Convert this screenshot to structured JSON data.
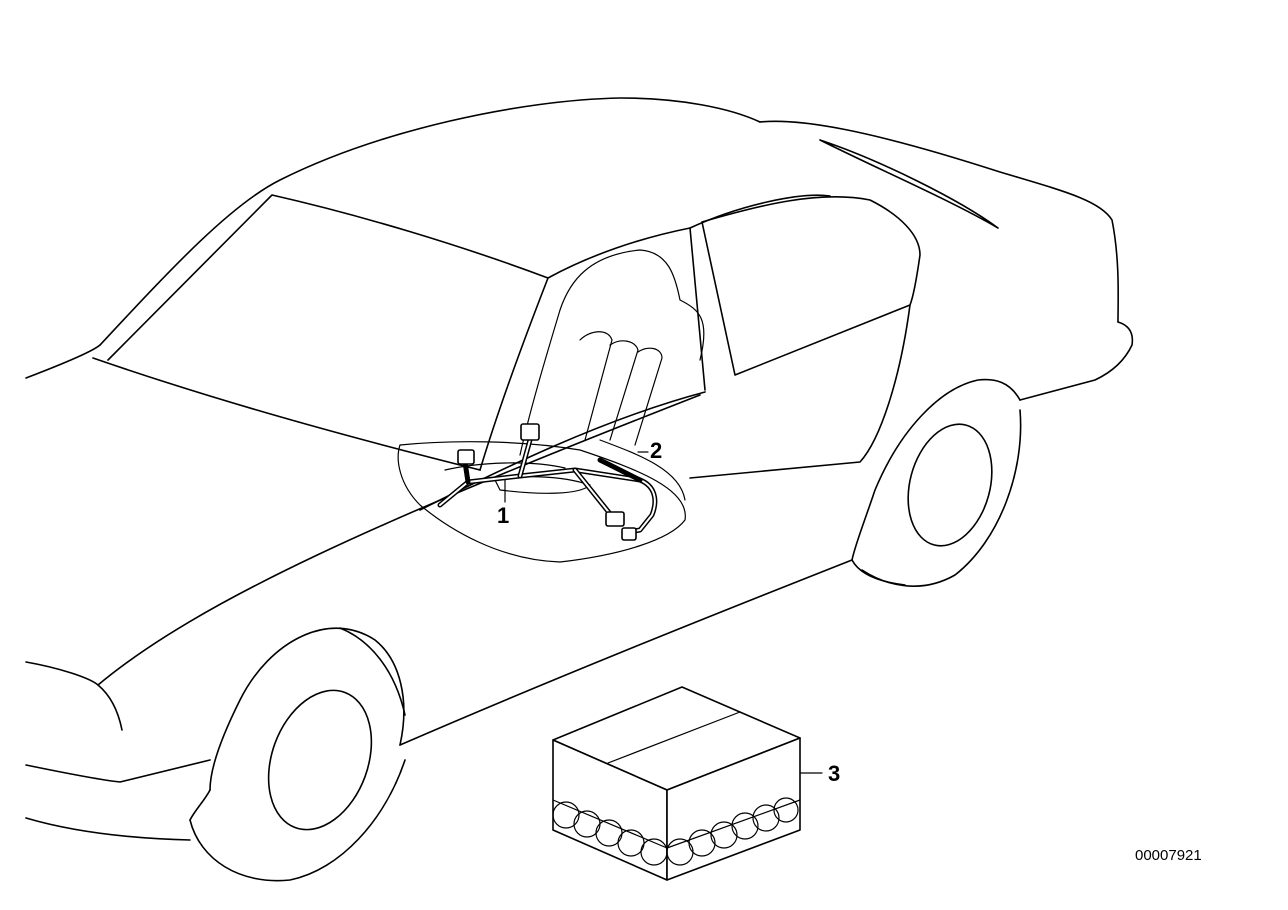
{
  "callouts": {
    "part_1": "1",
    "part_2": "2",
    "part_3": "3"
  },
  "reference_number": "00007921"
}
